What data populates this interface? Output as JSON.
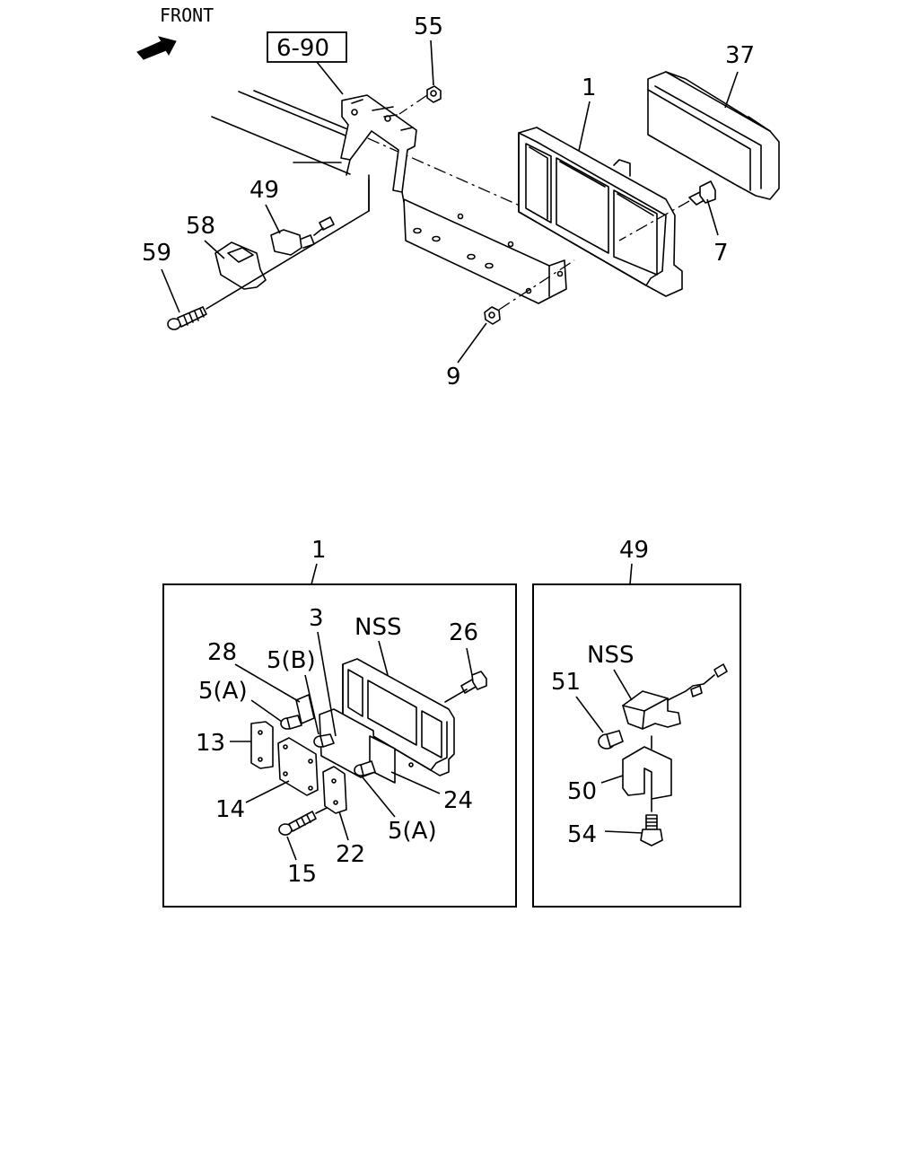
{
  "front_label": "FRONT",
  "ref_box": "6-90",
  "callouts": {
    "c55": "55",
    "c1": "1",
    "c37": "37",
    "c49": "49",
    "c58": "58",
    "c59": "59",
    "c7": "7",
    "c9": "9"
  },
  "detail_1": {
    "title": "1",
    "labels": {
      "c3": "3",
      "nss": "NSS",
      "c26": "26",
      "c28": "28",
      "c5b": "5(B)",
      "c5a_top": "5(A)",
      "c13": "13",
      "c14": "14",
      "c24": "24",
      "c5a_bottom": "5(A)",
      "c22": "22",
      "c15": "15"
    }
  },
  "detail_49": {
    "title": "49",
    "labels": {
      "nss": "NSS",
      "c51": "51",
      "c50": "50",
      "c54": "54"
    }
  },
  "icons": [
    "front-arrow-icon"
  ]
}
